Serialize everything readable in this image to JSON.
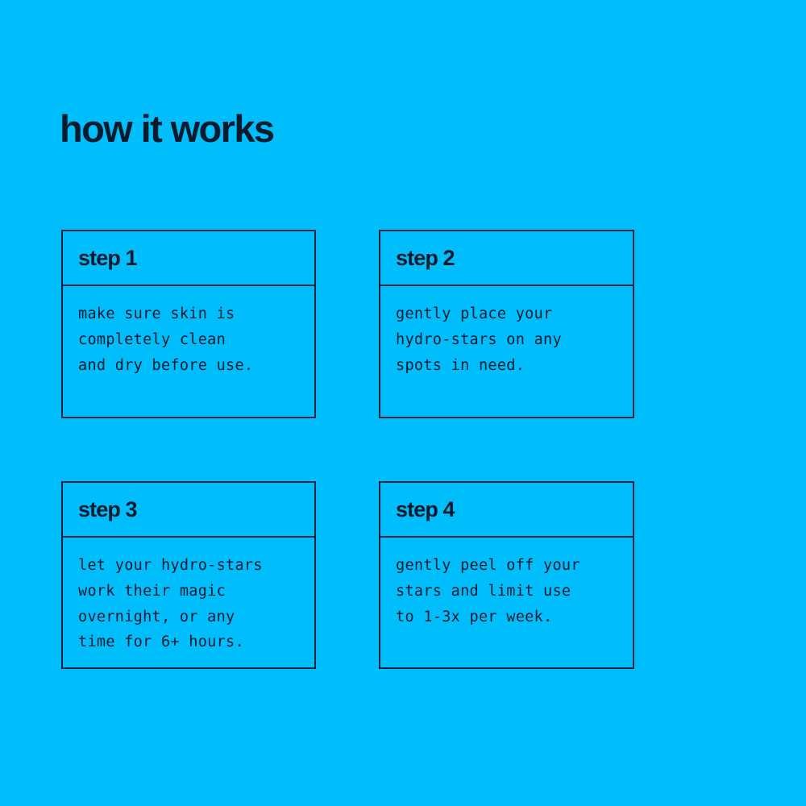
{
  "page": {
    "title": "how it works",
    "background_color": "#00bdfc",
    "ink_color": "#0b1b2e",
    "border_color": "#0d2240"
  },
  "cards": [
    {
      "header": "step 1",
      "lines": [
        "make sure skin is",
        "completely clean",
        "and dry before use."
      ]
    },
    {
      "header": "step 2",
      "lines": [
        "gently place your",
        "hydro-stars on any",
        "spots in need."
      ]
    },
    {
      "header": "step 3",
      "lines": [
        "let your hydro-stars",
        "work their magic",
        "overnight, or any",
        "time for 6+ hours."
      ]
    },
    {
      "header": "step 4",
      "lines": [
        "gently peel off your",
        "stars and limit use",
        "to 1-3x per week."
      ]
    }
  ]
}
